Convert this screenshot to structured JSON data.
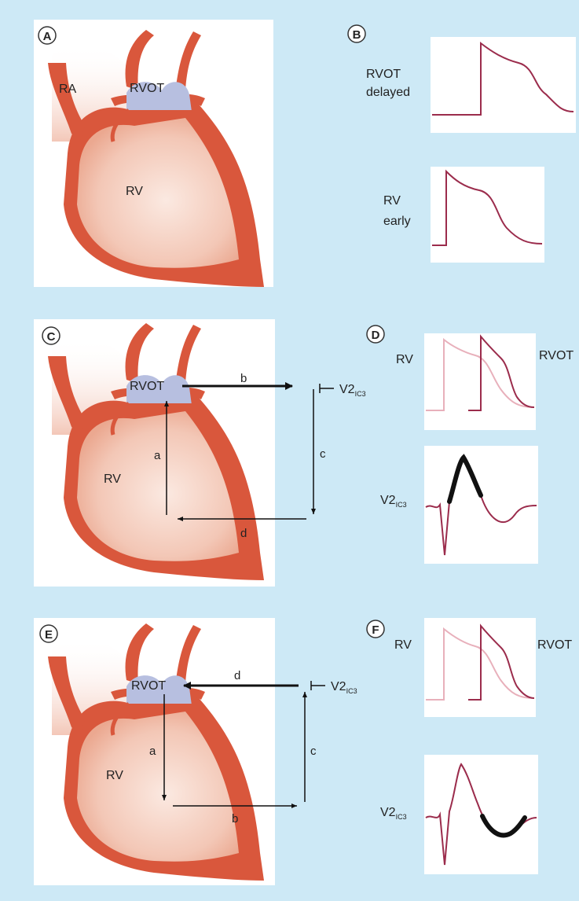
{
  "panels": {
    "A": {
      "letter": "A",
      "labels": {
        "ra": "RA",
        "rvot": "RVOT",
        "rv": "RV"
      }
    },
    "B": {
      "letter": "B",
      "top": {
        "line1": "RVOT",
        "line2": "delayed"
      },
      "bottom": {
        "line1": "RV",
        "line2": "early"
      }
    },
    "C": {
      "letter": "C",
      "labels": {
        "rvot": "RVOT",
        "rv": "RV",
        "a": "a",
        "b": "b",
        "c": "c",
        "d": "d"
      },
      "lead": {
        "main": "V2",
        "sub": "IC3"
      }
    },
    "D": {
      "letter": "D",
      "rv": "RV",
      "rvot": "RVOT",
      "lead": {
        "main": "V2",
        "sub": "IC3"
      }
    },
    "E": {
      "letter": "E",
      "labels": {
        "rvot": "RVOT",
        "rv": "RV",
        "a": "a",
        "b": "b",
        "c": "c",
        "d": "d"
      },
      "lead": {
        "main": "V2",
        "sub": "IC3"
      }
    },
    "F": {
      "letter": "F",
      "rv": "RV",
      "rvot": "RVOT",
      "lead": {
        "main": "V2",
        "sub": "IC3"
      }
    }
  },
  "colors": {
    "background": "#cde9f6",
    "myocardium": "#d9573c",
    "myocardium_edge": "#b8402a",
    "chamber": "#f6d5c7",
    "valve": "#b7bfe0",
    "trace_dark": "#9b2c4c",
    "trace_light": "#e8b0bb",
    "highlight": "#111111"
  }
}
